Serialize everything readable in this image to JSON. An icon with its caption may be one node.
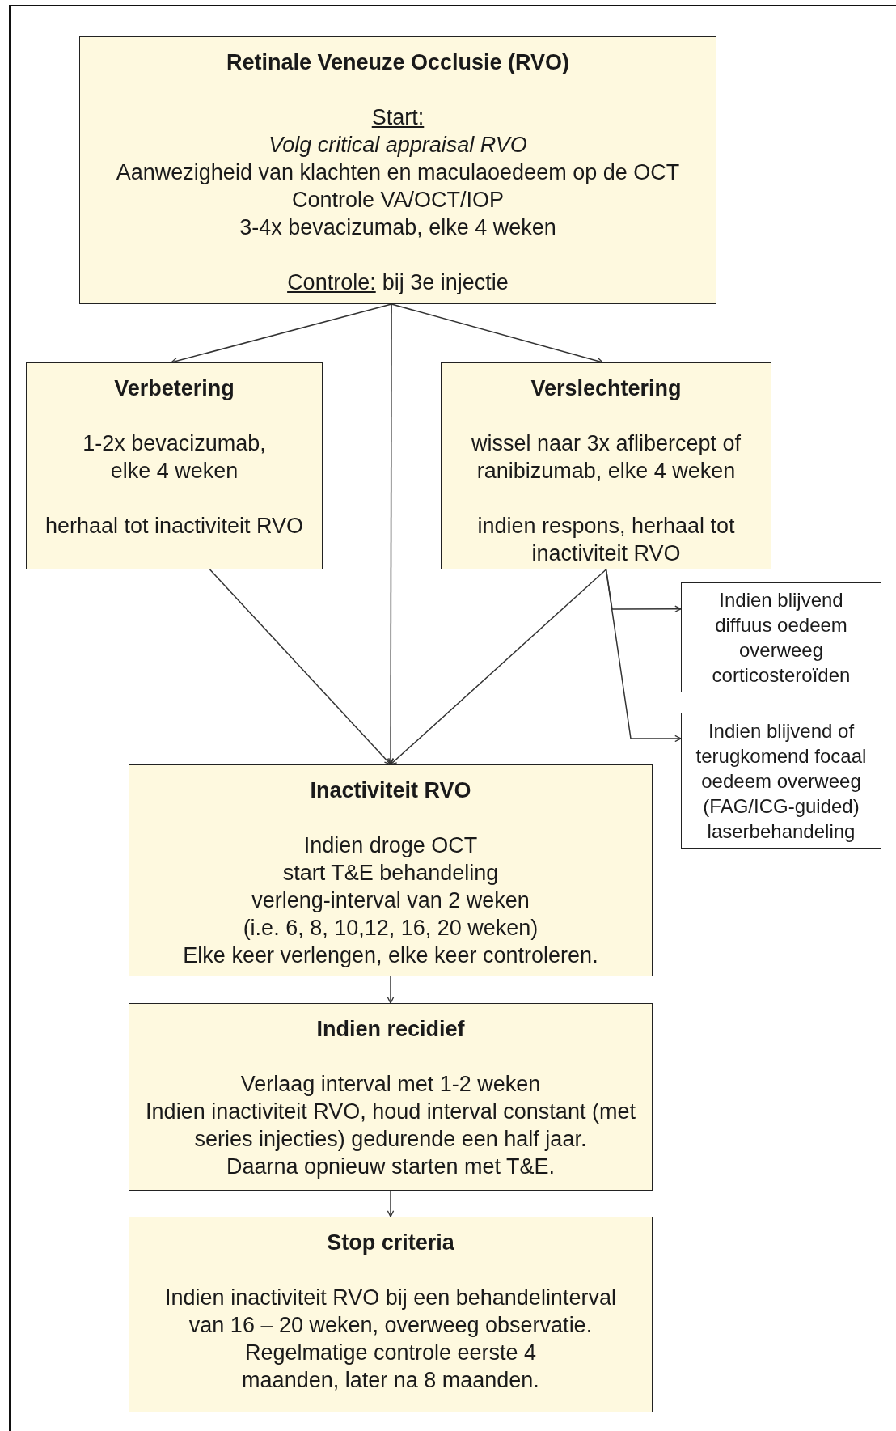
{
  "diagram": {
    "nodes": [
      {
        "text": [
          "Retinale Veneuze Occlusie (RVO)",
          "Start:",
          "Volg critical appraisal RVO",
          "Aanwezigheid van klachten en maculaoedeem op de OCT",
          "Controle VA/OCT/IOP",
          "3-4x bevacizumab, elke 4 weken",
          "Controle:",
          "bij 3e injectie"
        ]
      },
      {
        "text": [
          "Verbetering",
          "1-2x bevacizumab, elke 4 weken",
          "herhaal tot inactiviteit RVO"
        ]
      },
      {
        "text": [
          "Verslechtering",
          "wissel naar 3x aflibercept of ranibizumab, elke 4 weken",
          "indien respons, herhaal tot inactiviteit RVO"
        ]
      },
      {
        "text": [
          "Indien blijvend diffuus oedeem overweeg corticosteroïden"
        ]
      },
      {
        "text": [
          "Indien blijvend of terugkomend focaal oedeem overweeg (FAG/ICG-guided) laserbehandeling"
        ]
      },
      {
        "text": [
          "Inactiviteit RVO",
          "Indien droge OCT",
          "start T&E behandeling",
          "verleng-interval van 2 weken",
          "(i.e. 6, 8, 10,12, 16, 20 weken)",
          "Elke keer verlengen, elke keer controleren."
        ]
      },
      {
        "text": [
          "Indien recidief",
          "Verlaag interval met 1-2 weken",
          "Indien inactiviteit RVO, houd interval constant (met series injecties) gedurende een half jaar.",
          "Daarna opnieuw starten met T&E."
        ]
      },
      {
        "text": [
          "Stop criteria",
          "Indien inactiviteit RVO bij een behandelinterval van 16 – 20 weken, overweeg observatie.",
          "Regelmatige controle eerste 4 maanden, later na 8 maanden."
        ]
      }
    ],
    "edges": [
      {
        "from": 0,
        "to": 1,
        "arrow": "to"
      },
      {
        "from": 0,
        "to": 5,
        "arrow": "to"
      },
      {
        "from": 0,
        "to": 2,
        "arrow": "to"
      },
      {
        "from": 1,
        "to": 5,
        "arrow": "to"
      },
      {
        "from": 2,
        "to": 5,
        "arrow": "to"
      },
      {
        "from": 2,
        "to": 3,
        "arrow": "to"
      },
      {
        "from": 2,
        "to": 4,
        "arrow": "to"
      },
      {
        "from": 5,
        "to": 6,
        "arrow": "to"
      },
      {
        "from": 6,
        "to": 7,
        "arrow": "to"
      }
    ]
  }
}
